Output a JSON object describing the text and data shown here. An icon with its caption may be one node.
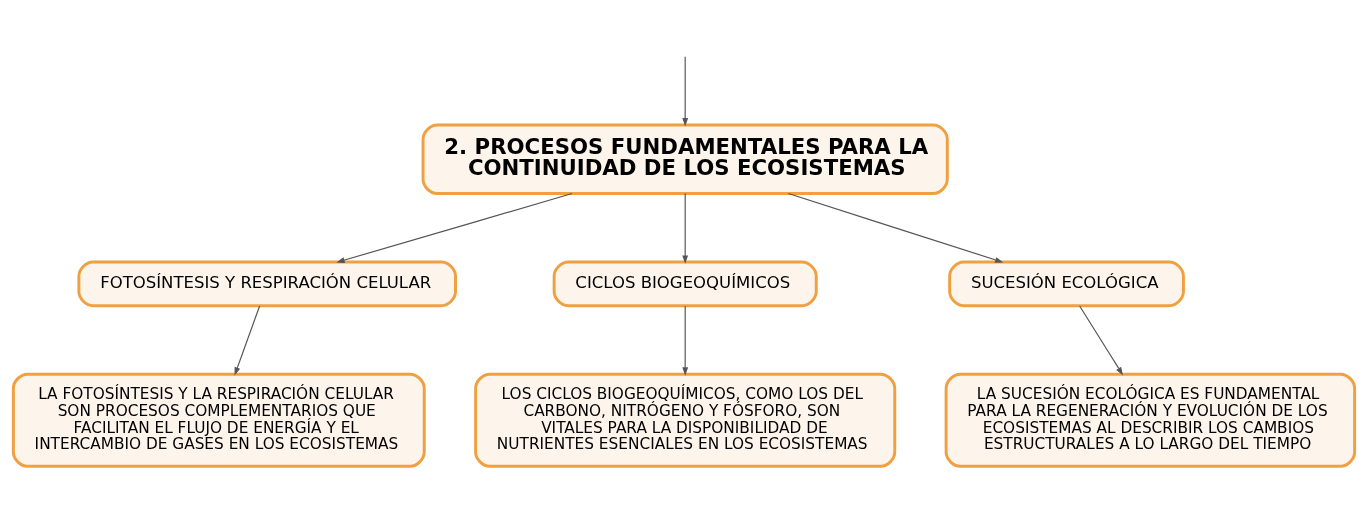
{
  "diagram": {
    "nodes": [
      {
        "text": [
          "2. PROCESOS FUNDAMENTALES PARA LA CONTINUIDAD DE LOS ECOSISTEMAS"
        ]
      },
      {
        "text": [
          "FOTOSÍNTESIS Y RESPIRACIÓN CELULAR"
        ]
      },
      {
        "text": [
          "CICLOS BIOGEOQUÍMICOS"
        ]
      },
      {
        "text": [
          "SUCESIÓN ECOLÓGICA"
        ]
      },
      {
        "text": [
          "LA FOTOSÍNTESIS Y LA RESPIRACIÓN CELULAR SON PROCESOS COMPLEMENTARIOS QUE FACILITAN EL FLUJO DE ENERGÍA Y EL INTERCAMBIO DE GASES EN LOS ECOSISTEMAS"
        ]
      },
      {
        "text": [
          "LOS CICLOS BIOGEOQUÍMICOS, COMO LOS DEL CARBONO, NITRÓGENO Y FÓSFORO, SON VITALES PARA LA DISPONIBILIDAD DE NUTRIENTES ESENCIALES EN LOS ECOSISTEMAS"
        ]
      },
      {
        "text": [
          "LA SUCESIÓN ECOLÓGICA ES FUNDAMENTAL PARA LA REGENERACIÓN Y EVOLUCIÓN DE LOS ECOSISTEMAS AL DESCRIBIR LOS CAMBIOS ESTRUCTURALES A LO LARGO DEL TIEMPO"
        ]
      }
    ],
    "edges": [
      {
        "from": null,
        "to": 0,
        "arrow": "to"
      },
      {
        "from": 0,
        "to": 1,
        "arrow": "to"
      },
      {
        "from": 0,
        "to": 2,
        "arrow": "to"
      },
      {
        "from": 0,
        "to": 3,
        "arrow": "to"
      },
      {
        "from": 1,
        "to": 4,
        "arrow": "to"
      },
      {
        "from": 2,
        "to": 5,
        "arrow": "to"
      },
      {
        "from": 3,
        "to": 6,
        "arrow": "to"
      }
    ]
  }
}
